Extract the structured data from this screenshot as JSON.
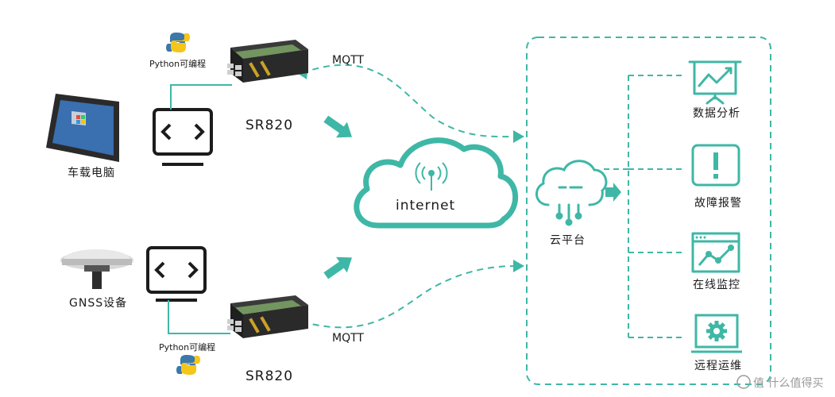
{
  "colors": {
    "accent": "#3fb7a6",
    "dark": "#1c1c1c",
    "device": "#2b2b2b"
  },
  "labels": {
    "python_top": "Python可编程",
    "python_bottom": "Python可编程",
    "sr820_top": "SR820",
    "sr820_bottom": "SR820",
    "mqtt_top": "MQTT",
    "mqtt_bottom": "MQTT",
    "vehicle_pc": "车载电脑",
    "gnss": "GNSS设备",
    "internet": "internet",
    "cloud_platform": "云平台",
    "data_analysis": "数据分析",
    "fault_alarm": "故障报警",
    "online_monitor": "在线监控",
    "remote_ops": "远程运维",
    "watermark": "值 什么值得买"
  },
  "icons": {
    "python": "python-logo-icon",
    "code": "code-brackets-icon",
    "cloud": "cloud-icon",
    "antenna": "antenna-icon",
    "chart": "presentation-chart-icon",
    "alert": "exclamation-alert-icon",
    "monitor": "line-chart-window-icon",
    "gear": "gear-icon"
  }
}
